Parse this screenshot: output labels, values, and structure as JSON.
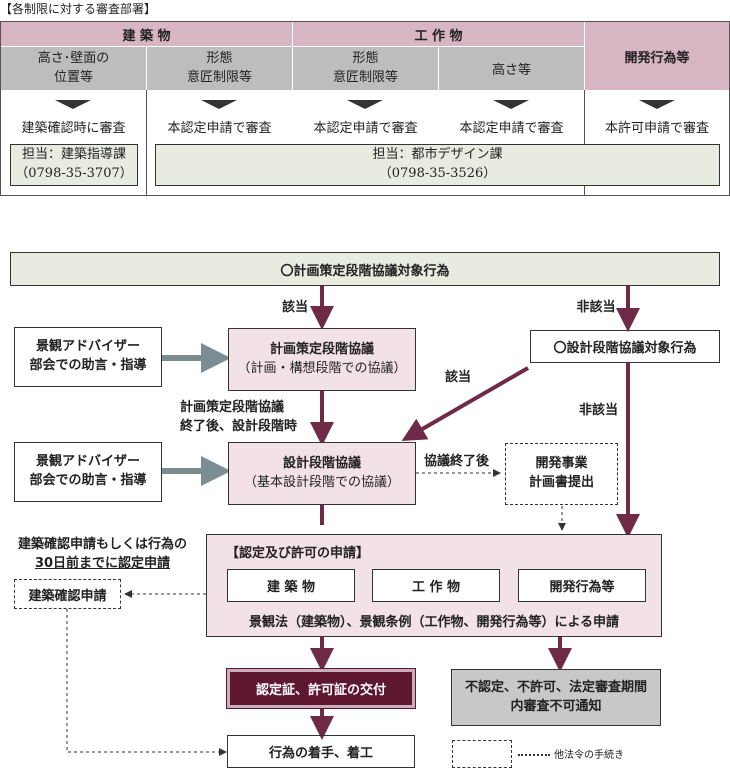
{
  "table": {
    "caption": "【各制限に対する審査部署】",
    "header": {
      "kenchikubutsu": "建 築 物",
      "kousakubutsu": "工 作 物",
      "kaihatsu": "開発行為等"
    },
    "subheaders": {
      "takasa_kabemen_1": "高さ･壁面の",
      "takasa_kabemen_2": "位置等",
      "keitai1_1": "形態",
      "keitai1_2": "意匠制限等",
      "keitai2_1": "形態",
      "keitai2_2": "意匠制限等",
      "takasa": "高さ等"
    },
    "reviews": {
      "r1": "建築確認時に審査",
      "r2": "本認定申請で審査",
      "r3": "本認定申請で審査",
      "r4": "本認定申請で審査",
      "r5": "本許可申請で審査"
    },
    "contact1": {
      "line1": "担当：建築指導課",
      "line2": "（0798-35-3707）"
    },
    "contact2": {
      "line1": "担当：都市デザイン課",
      "line2": "（0798-35-3526）"
    }
  },
  "flow": {
    "top_box": "〇計画策定段階協議対象行為",
    "gaitou1": "該当",
    "higaitou1": "非該当",
    "advisor1_l1": "景観アドバイザー",
    "advisor1_l2": "部会での助言・指導",
    "keikaku_title": "計画策定段階協議",
    "keikaku_sub": "（計画・構想段階での協議）",
    "sekkei_target": "〇設計段階協議対象行為",
    "gaitou2": "該当",
    "higaitou2": "非該当",
    "after_l1": "計画策定段階協議",
    "after_l2": "終了後、設計段階時",
    "advisor2_l1": "景観アドバイザー",
    "advisor2_l2": "部会での助言・指導",
    "sekkei_title": "設計段階協議",
    "sekkei_sub": "（基本設計段階での協議）",
    "kyougi_end": "協議終了後",
    "kaihatsu_plan_l1": "開発事業",
    "kaihatsu_plan_l2": "計画書提出",
    "note_l1": "建築確認申請もしくは行為の",
    "note_l2": "30日前までに認定申請",
    "kakunin": "建築確認申請",
    "shinsei_title": "【認定及び許可の申請】",
    "opt1": "建 築 物",
    "opt2": "工 作 物",
    "opt3": "開発行為等",
    "shinsei_footer": "景観法（建築物）、景観条例（工作物、開発行為等）による申請",
    "koufu": "認定証、許可証の交付",
    "fukanou_l1": "不認定、不許可、法定審査期間",
    "fukanou_l2": "内審査不可通知",
    "chakushu": "行為の着手、着工",
    "legend": "他法令の手続き"
  }
}
